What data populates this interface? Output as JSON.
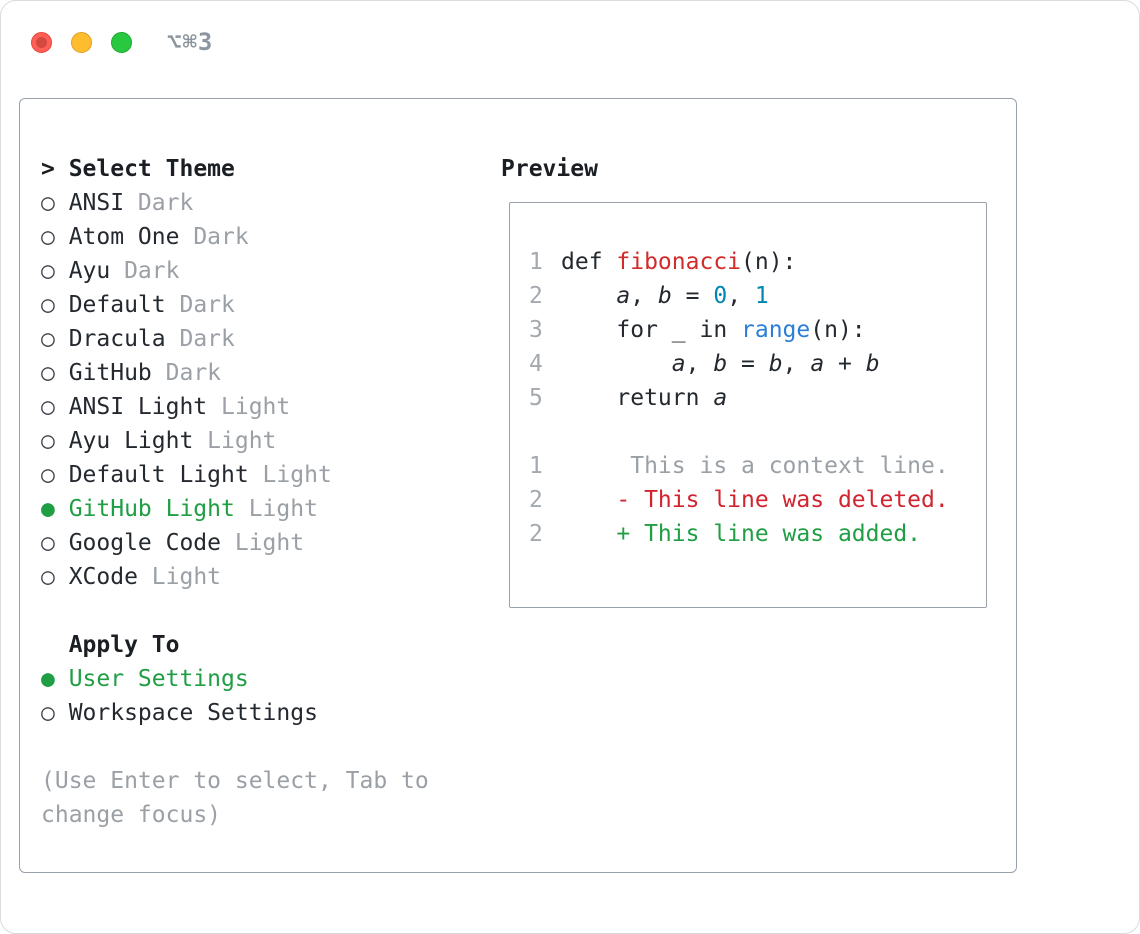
{
  "titlebar": {
    "shortcut": "⌥⌘3"
  },
  "theme_selector": {
    "title": "> Select Theme",
    "items": [
      {
        "name": "ANSI",
        "variant": "Dark",
        "selected": false
      },
      {
        "name": "Atom One",
        "variant": "Dark",
        "selected": false
      },
      {
        "name": "Ayu",
        "variant": "Dark",
        "selected": false
      },
      {
        "name": "Default",
        "variant": "Dark",
        "selected": false
      },
      {
        "name": "Dracula",
        "variant": "Dark",
        "selected": false
      },
      {
        "name": "GitHub",
        "variant": "Dark",
        "selected": false
      },
      {
        "name": "ANSI Light",
        "variant": "Light",
        "selected": false
      },
      {
        "name": "Ayu Light",
        "variant": "Light",
        "selected": false
      },
      {
        "name": "Default Light",
        "variant": "Light",
        "selected": false
      },
      {
        "name": "GitHub Light",
        "variant": "Light",
        "selected": true
      },
      {
        "name": "Google Code",
        "variant": "Light",
        "selected": false
      },
      {
        "name": "XCode",
        "variant": "Light",
        "selected": false
      }
    ]
  },
  "apply_to": {
    "title": "Apply To",
    "options": [
      {
        "label": "User Settings",
        "selected": true
      },
      {
        "label": "Workspace Settings",
        "selected": false
      }
    ]
  },
  "hint": "(Use Enter to select, Tab to change focus)",
  "preview": {
    "title": "Preview",
    "code_lines": [
      {
        "num": "1",
        "segments": [
          {
            "t": "def ",
            "c": "p"
          },
          {
            "t": "fibonacci",
            "c": "fn"
          },
          {
            "t": "(n):",
            "c": "p"
          }
        ]
      },
      {
        "num": "2",
        "segments": [
          {
            "t": "    ",
            "c": "p"
          },
          {
            "t": "a",
            "c": "v"
          },
          {
            "t": ", ",
            "c": "p"
          },
          {
            "t": "b",
            "c": "v"
          },
          {
            "t": " = ",
            "c": "p"
          },
          {
            "t": "0",
            "c": "n"
          },
          {
            "t": ", ",
            "c": "p"
          },
          {
            "t": "1",
            "c": "n"
          }
        ]
      },
      {
        "num": "3",
        "segments": [
          {
            "t": "    for _ in ",
            "c": "p"
          },
          {
            "t": "range",
            "c": "b"
          },
          {
            "t": "(n):",
            "c": "p"
          }
        ]
      },
      {
        "num": "4",
        "segments": [
          {
            "t": "        ",
            "c": "p"
          },
          {
            "t": "a",
            "c": "v"
          },
          {
            "t": ", ",
            "c": "p"
          },
          {
            "t": "b",
            "c": "v"
          },
          {
            "t": " = ",
            "c": "p"
          },
          {
            "t": "b",
            "c": "v"
          },
          {
            "t": ", ",
            "c": "p"
          },
          {
            "t": "a",
            "c": "v"
          },
          {
            "t": " + ",
            "c": "p"
          },
          {
            "t": "b",
            "c": "v"
          }
        ]
      },
      {
        "num": "5",
        "segments": [
          {
            "t": "    return ",
            "c": "p"
          },
          {
            "t": "a",
            "c": "v"
          }
        ]
      }
    ],
    "diff_lines": [
      {
        "num": "1",
        "type": "context",
        "text": "     This is a context line."
      },
      {
        "num": "2",
        "type": "deleted",
        "text": "    - This line was deleted."
      },
      {
        "num": "2",
        "type": "added",
        "text": "    + This line was added."
      }
    ]
  },
  "colors": {
    "selected_green": "#1f9e44",
    "deleted_red": "#d1242f",
    "added_green": "#1f9e44",
    "context_gray": "#9aa0a6",
    "function_red": "#d12b2b",
    "number_teal": "#0086b3",
    "builtin_blue": "#2b7fd6"
  }
}
